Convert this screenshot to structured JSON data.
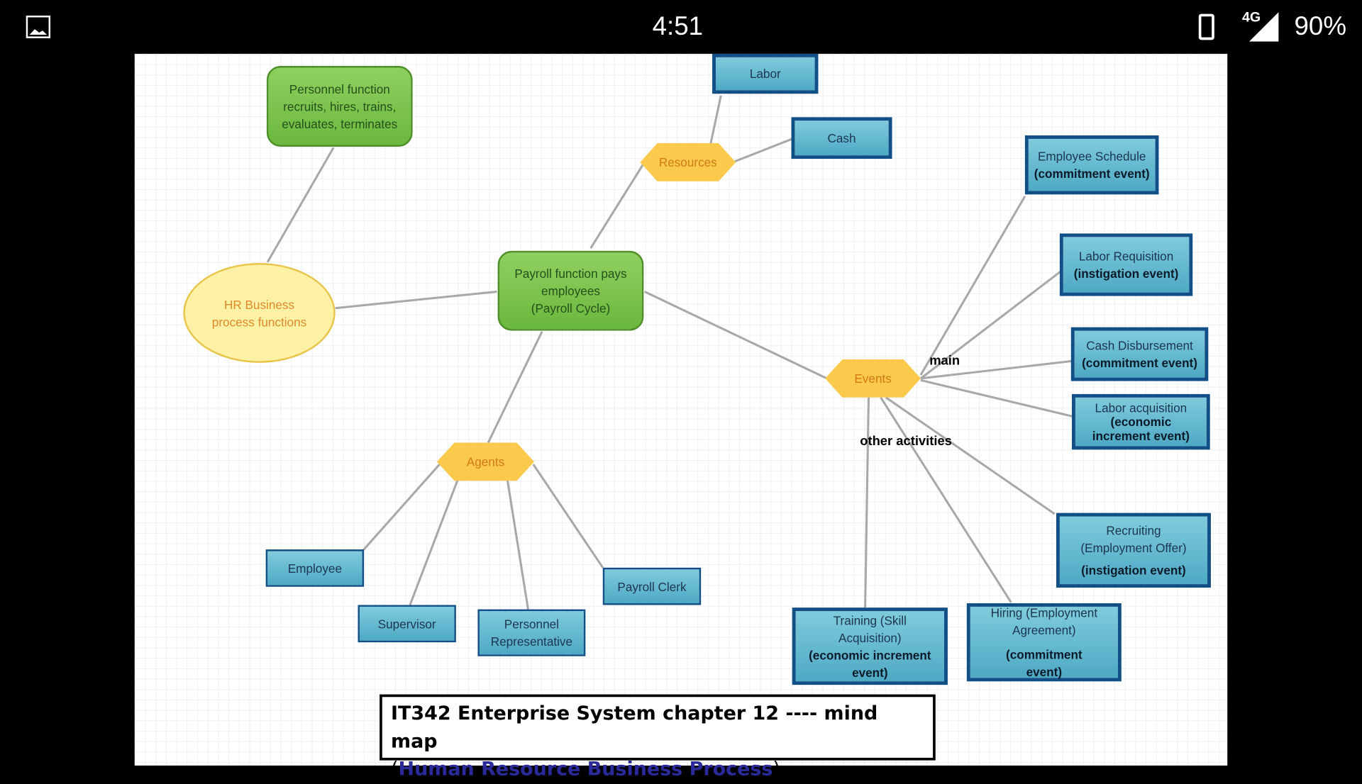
{
  "status_bar": {
    "time": "4:51",
    "network": "4G",
    "battery": "90%",
    "gallery_icon": "image-icon",
    "vibrate_icon": "vibrate-icon",
    "signal_icon": "signal-icon"
  },
  "nodes": {
    "personnel": "Personnel function recruits, hires, trains, evaluates, terminates",
    "hr": "HR Business process functions",
    "payroll": [
      "Payroll function pays",
      "employees",
      "(Payroll Cycle)"
    ],
    "resources": "Resources",
    "labor": "Labor",
    "cash": "Cash",
    "agents": "Agents",
    "employee": "Employee",
    "supervisor": "Supervisor",
    "personnel_rep": "Personnel Representative",
    "payroll_clerk": "Payroll Clerk",
    "events": "Events",
    "emp_schedule": {
      "name": "Employee Schedule",
      "type": "(commitment event)"
    },
    "labor_req": {
      "name": "Labor  Requisition",
      "type": "(instigation event)"
    },
    "cash_disb": {
      "name": "Cash Disbursement",
      "type": "(commitment event)"
    },
    "labor_acq": {
      "name": "Labor acquisition",
      "type": "(economic increment event)"
    },
    "recruiting": {
      "name": "Recruiting (Employment Offer)",
      "type": "(instigation event)"
    },
    "hiring": {
      "name": "Hiring (Employment Agreement)",
      "type": "(commitment event)"
    },
    "training": {
      "name": "Training (Skill Acquisition)",
      "type": "(economic increment event)"
    }
  },
  "labels": {
    "main": "main",
    "other": "other activities"
  },
  "title": {
    "line1": "IT342 Enterprise System chapter 12  ----  mind map",
    "open": "(",
    "subtitle": "Human Resource Business Process",
    "close": ")"
  }
}
